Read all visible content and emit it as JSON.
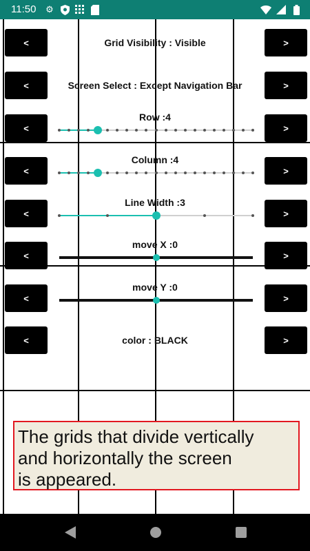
{
  "status_bar": {
    "time": "11:50",
    "icons": [
      "gear-icon",
      "shield-icon",
      "grid-icon",
      "sd-card-icon"
    ],
    "right_icons": [
      "wifi-icon",
      "cell-signal-icon",
      "battery-icon"
    ]
  },
  "controls": [
    {
      "id": "grid-visibility",
      "prev_label": "<",
      "next_label": ">",
      "label": "Grid Visibility : Visible"
    },
    {
      "id": "screen-select",
      "prev_label": "<",
      "next_label": ">",
      "label": "Screen Select : Except Navigation Bar"
    },
    {
      "id": "row",
      "prev_label": "<",
      "next_label": ">",
      "label": "Row :4",
      "slider": {
        "value": 4,
        "min": 0,
        "max": 20
      }
    },
    {
      "id": "column",
      "prev_label": "<",
      "next_label": ">",
      "label": "Column :4",
      "slider": {
        "value": 4,
        "min": 0,
        "max": 20
      }
    },
    {
      "id": "line-width",
      "prev_label": "<",
      "next_label": ">",
      "label": "Line Width :3",
      "slider": {
        "value": 3,
        "min": 1,
        "max": 5
      }
    },
    {
      "id": "move-x",
      "prev_label": "<",
      "next_label": ">",
      "label": "move X :0",
      "slider": {
        "value": 0,
        "min": -100,
        "max": 100
      }
    },
    {
      "id": "move-y",
      "prev_label": "<",
      "next_label": ">",
      "label": "move Y :0",
      "slider": {
        "value": 0,
        "min": -100,
        "max": 100
      }
    },
    {
      "id": "color",
      "prev_label": "<",
      "next_label": ">",
      "label": "color : BLACK"
    }
  ],
  "tooltip": {
    "lines": [
      "The grids that divide vertically",
      "and horizontally the screen",
      "is appeared."
    ]
  },
  "colors": {
    "status_bar": "#0e7f73",
    "accent": "#1bbfb0",
    "grid": "#000000",
    "tooltip_border": "#e2171f",
    "tooltip_bg": "#f0ecde"
  },
  "nav_bar": {
    "icons": [
      "back-icon",
      "home-icon",
      "recents-icon"
    ]
  }
}
